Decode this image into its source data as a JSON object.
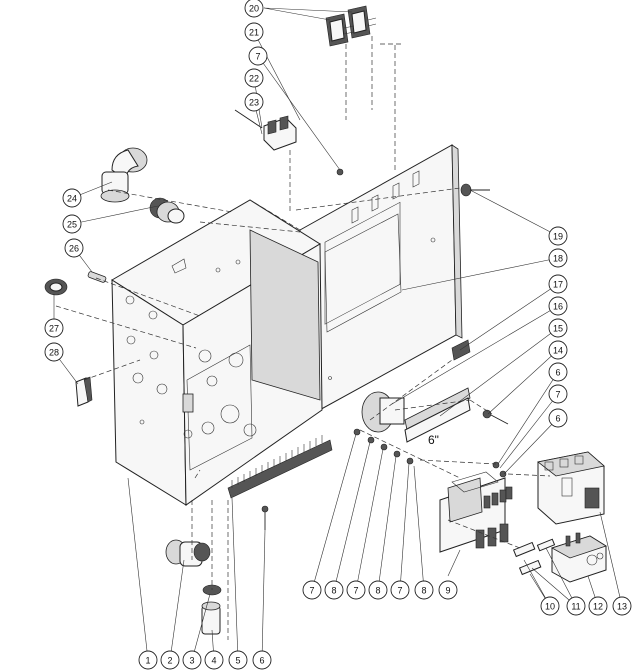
{
  "callouts": [
    {
      "num": "1"
    },
    {
      "num": "2"
    },
    {
      "num": "3"
    },
    {
      "num": "4"
    },
    {
      "num": "5"
    },
    {
      "num": "6"
    },
    {
      "num": "7"
    },
    {
      "num": "8"
    },
    {
      "num": "7"
    },
    {
      "num": "8"
    },
    {
      "num": "7"
    },
    {
      "num": "8"
    },
    {
      "num": "9"
    },
    {
      "num": "10"
    },
    {
      "num": "11"
    },
    {
      "num": "12"
    },
    {
      "num": "13"
    },
    {
      "num": "6"
    },
    {
      "num": "7"
    },
    {
      "num": "6"
    },
    {
      "num": "14"
    },
    {
      "num": "15"
    },
    {
      "num": "16"
    },
    {
      "num": "17"
    },
    {
      "num": "18"
    },
    {
      "num": "19"
    },
    {
      "num": "20"
    },
    {
      "num": "21"
    },
    {
      "num": "7"
    },
    {
      "num": "22"
    },
    {
      "num": "23"
    },
    {
      "num": "24"
    },
    {
      "num": "25"
    },
    {
      "num": "26"
    },
    {
      "num": "27"
    },
    {
      "num": "28"
    }
  ],
  "dimension_label": "6\""
}
